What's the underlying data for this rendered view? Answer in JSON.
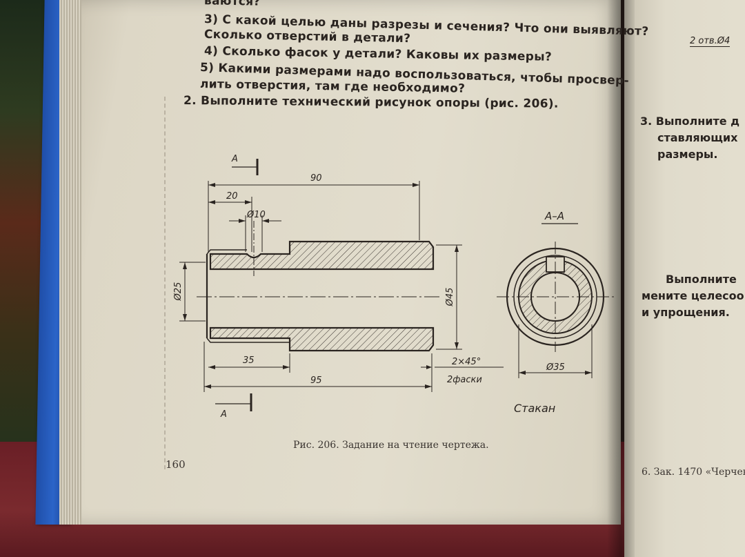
{
  "left_page": {
    "lines": [
      "ваются?",
      "3) С какой целью даны разрезы и сечения? Что они выявляют?",
      "Сколько отверстий в детали?",
      "4) Сколько фасок у детали? Каковы их размеры?",
      "5) Какими размерами надо воспользоваться, чтобы просвер-",
      "лить отверстия, там где необходимо?",
      "2. Выполните технический рисунок опоры (рис. 206)."
    ],
    "caption": "Рис. 206. Задание на чтение чертежа.",
    "page_number": "160"
  },
  "drawing": {
    "section_label_top": "А",
    "section_label_bottom": "А",
    "section_title": "А–А",
    "dims": {
      "d90": "90",
      "d20": "20",
      "d10": "Ø10",
      "d25": "Ø25",
      "d45": "Ø45",
      "d35_len": "35",
      "d95": "95",
      "chamfer": "2×45°",
      "chamfer_count": "2фаски",
      "d35_dia": "Ø35"
    },
    "part_name": "Стакан"
  },
  "right_page": {
    "top_note": "2 отв.Ø4",
    "item3_line1": "3. Выполните д",
    "item3_line2": "ставляющих",
    "item3_line3": "размеры.",
    "para_line1": "Выполните",
    "para_line2": "мените целесоо",
    "para_line3": "и упрощения.",
    "footer": "6. Зак. 1470 «Черчени"
  }
}
